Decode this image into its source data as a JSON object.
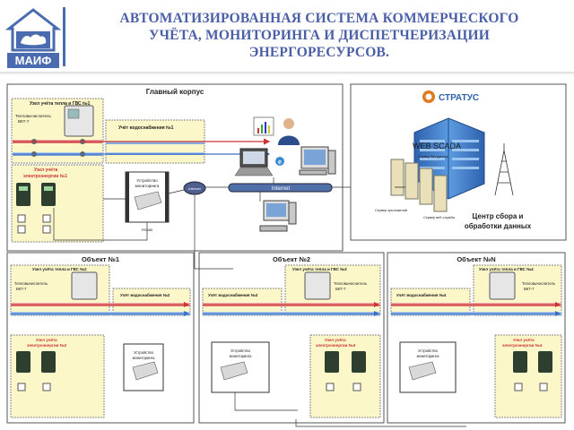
{
  "header": {
    "title_line1": "АВТОМАТИЗИРОВАННАЯ СИСТЕМА КОММЕРЧЕСКОГО",
    "title_line2": "УЧЁТА, МОНИТОРИНГА И ДИСПЕТЧЕРИЗАЦИИ",
    "title_line3": "ЭНЕРГОРЕСУРСОВ.",
    "logo_text": "МАИФ"
  },
  "main_building": {
    "title": "Главный корпус",
    "heat_node": "Узел учёта тепла и ГВС №1",
    "heat_meter_1": "Тепловычислитель",
    "heat_meter_2": "ВКТ-7",
    "water_node": "Учёт водоснабжения №1",
    "elec_node_1": "Узел учёта",
    "elec_node_2": "электроэнергии №1",
    "monitoring_1": "Устройство",
    "monitoring_2": "мониторинга",
    "rs_label": "RS485",
    "internet_small": "Internet"
  },
  "network": {
    "internet_label": "Internet",
    "brand": "СТРАТУС",
    "web_scada": "WEB SCADA",
    "server_db": "Сервер баз данных",
    "server_app": "Сервер приложений",
    "server_web": "Сервер веб-службы",
    "center_line1": "Центр сбора и",
    "center_line2": "обработки данных"
  },
  "objects": [
    {
      "title": "Объект №1",
      "heat_node": "Узел учёта тепла и ГВС №2",
      "water_node": "Учёт водоснабжения №2",
      "elec_line2": "электроэнергии №2"
    },
    {
      "title": "Объект №2",
      "heat_node": "Узел учёта тепла и ГВС №3",
      "water_node": "Учёт водоснабжения №3",
      "elec_line2": "электроэнергии №3"
    },
    {
      "title": "Объект №N",
      "heat_node": "Узел учёта тепла и ГВС №4",
      "water_node": "Учёт водоснабжения №4",
      "elec_line2": "электроэнергии №4"
    }
  ],
  "colors": {
    "title": "#4a5fa8",
    "hot_pipe": "#cc3333",
    "cold_pipe": "#3a6fc4",
    "highlight": "#fbf7c9",
    "building": "#3b78c7"
  }
}
